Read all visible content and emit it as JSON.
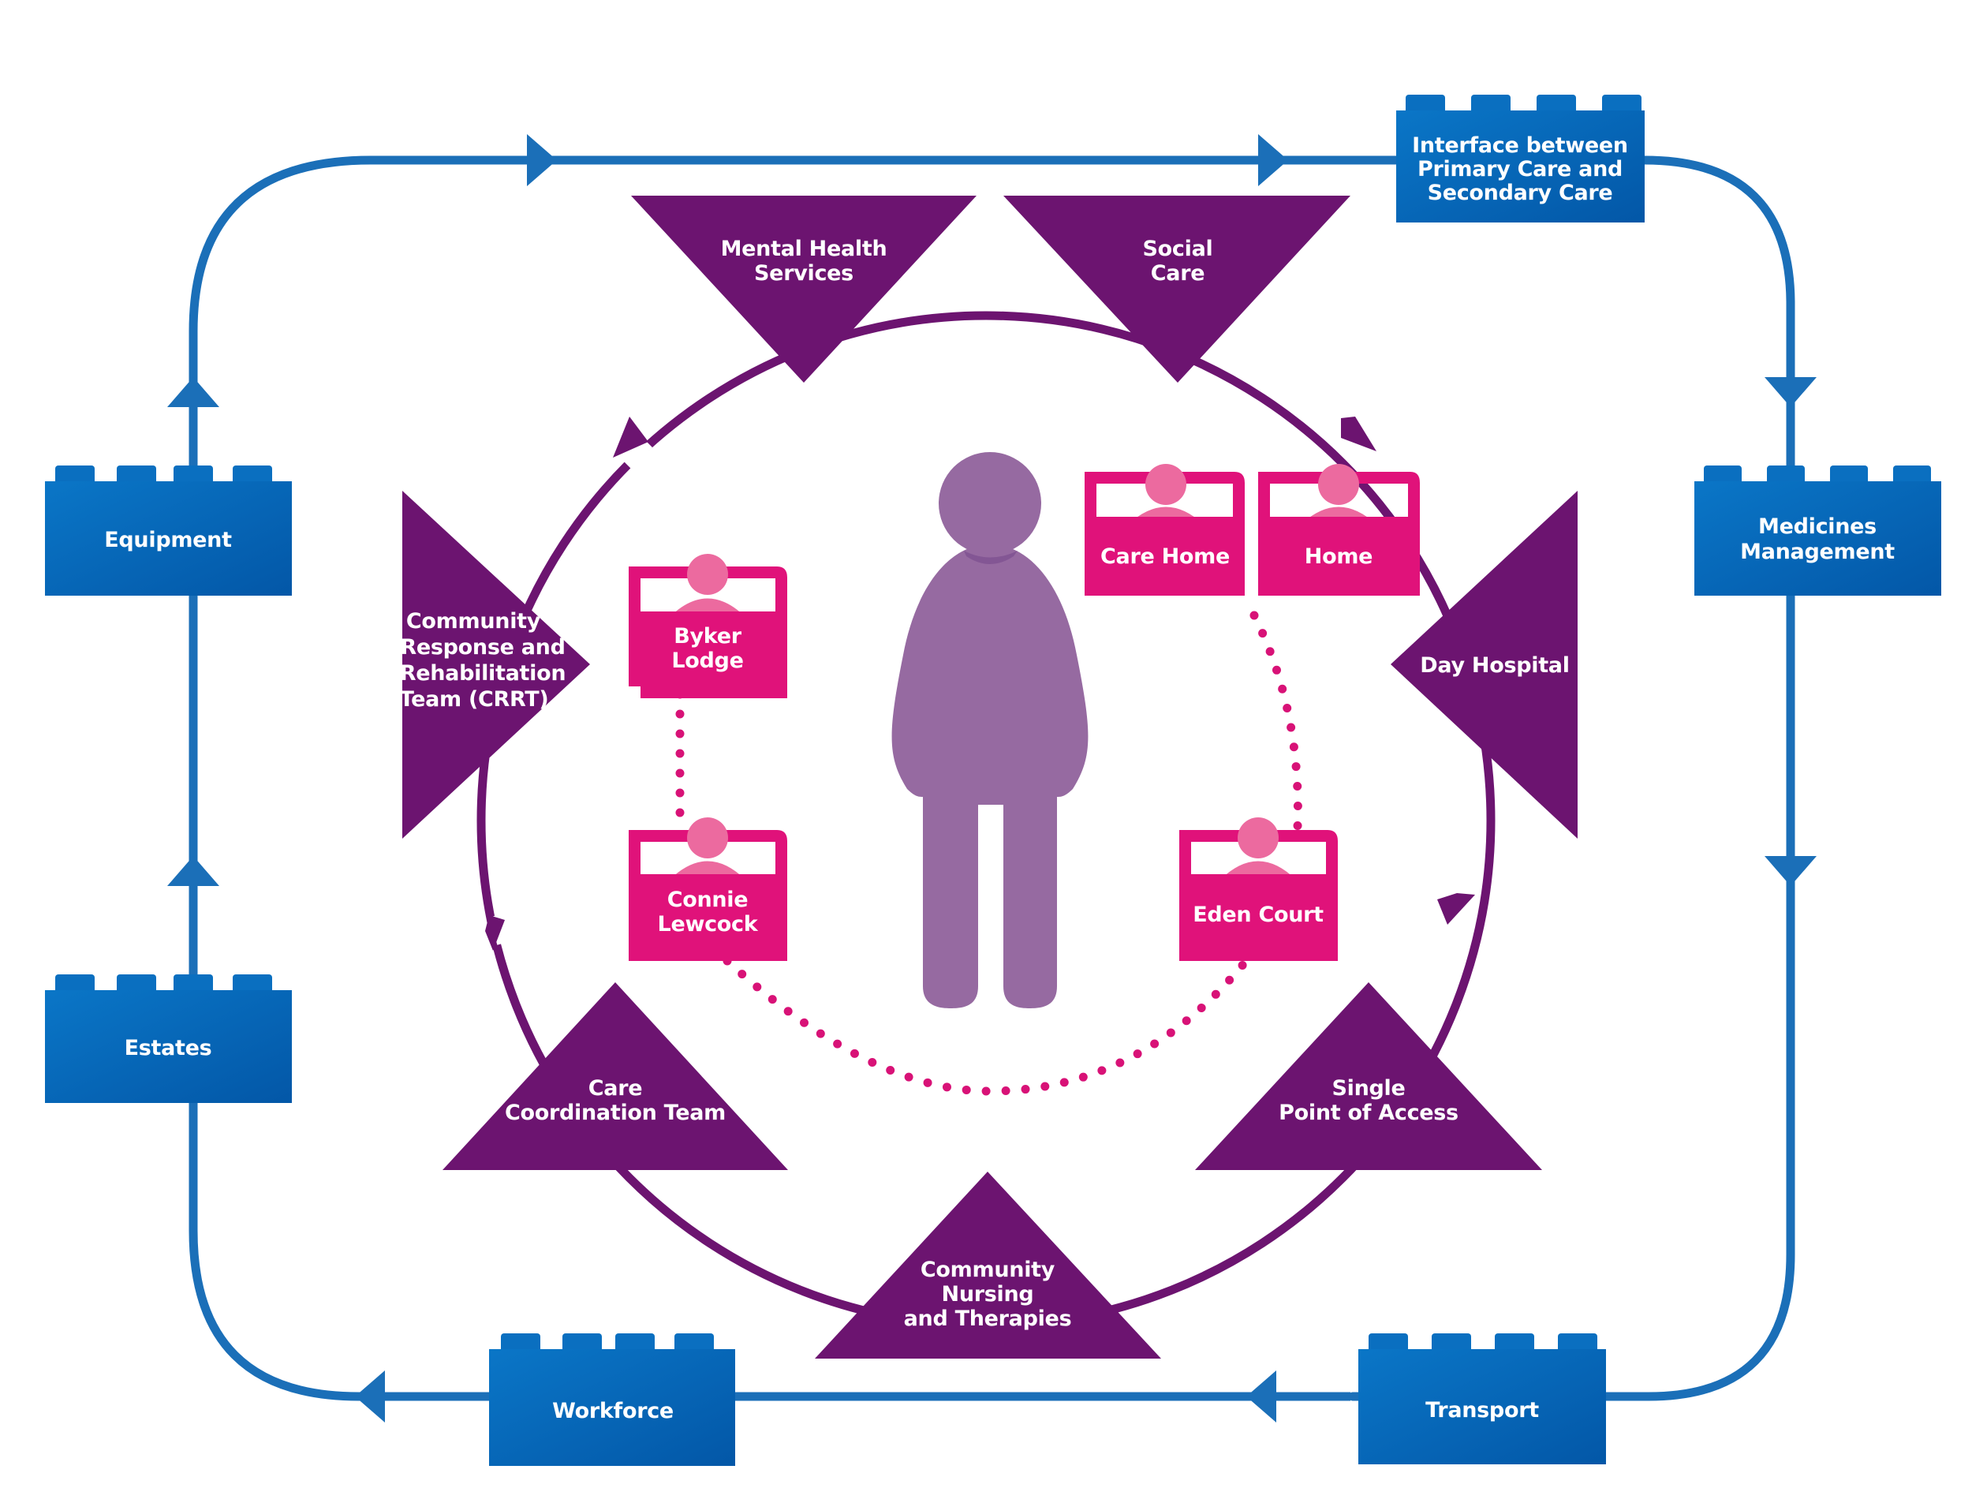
{
  "colors": {
    "outer_loop": "#1b6fb8",
    "block_top": "#0a76c7",
    "block_bottom": "#0357a7",
    "triangle": "#6c1470",
    "inner_circle": "#6c1470",
    "bed": "#e0127a",
    "bed_head": "#ec6a9f",
    "dots": "#d81277",
    "person": "#966aa1",
    "person_neck": "#835694"
  },
  "outer_blocks": [
    {
      "id": "interface",
      "label": [
        "Interface between",
        "Primary Care and",
        "Secondary Care"
      ]
    },
    {
      "id": "medicines",
      "label": [
        "Medicines",
        "Management"
      ]
    },
    {
      "id": "transport",
      "label": [
        "Transport"
      ]
    },
    {
      "id": "workforce",
      "label": [
        "Workforce"
      ]
    },
    {
      "id": "estates",
      "label": [
        "Estates"
      ]
    },
    {
      "id": "equipment",
      "label": [
        "Equipment"
      ]
    }
  ],
  "services": [
    {
      "id": "mental-health",
      "label": [
        "Mental Health",
        "Services"
      ]
    },
    {
      "id": "social-care",
      "label": [
        "Social",
        "Care"
      ]
    },
    {
      "id": "day-hospital",
      "label": [
        "Day Hospital"
      ]
    },
    {
      "id": "single-point",
      "label": [
        "Single",
        "Point of Access"
      ]
    },
    {
      "id": "community-nursing",
      "label": [
        "Community",
        "Nursing",
        "and Therapies"
      ]
    },
    {
      "id": "care-coordination",
      "label": [
        "Care",
        "Coordination Team"
      ]
    },
    {
      "id": "crrt",
      "label": [
        "Community",
        "Response and",
        "Rehabilitation",
        "Team (CRRT)"
      ]
    }
  ],
  "beds": [
    {
      "id": "care-home",
      "label": [
        "Care Home"
      ]
    },
    {
      "id": "home",
      "label": [
        "Home"
      ]
    },
    {
      "id": "byker-lodge",
      "label": [
        "Byker",
        "Lodge"
      ]
    },
    {
      "id": "connie-lewcock",
      "label": [
        "Connie",
        "Lewcock"
      ]
    },
    {
      "id": "eden-court",
      "label": [
        "Eden Court"
      ]
    }
  ],
  "center": {
    "icon": "person-icon"
  }
}
